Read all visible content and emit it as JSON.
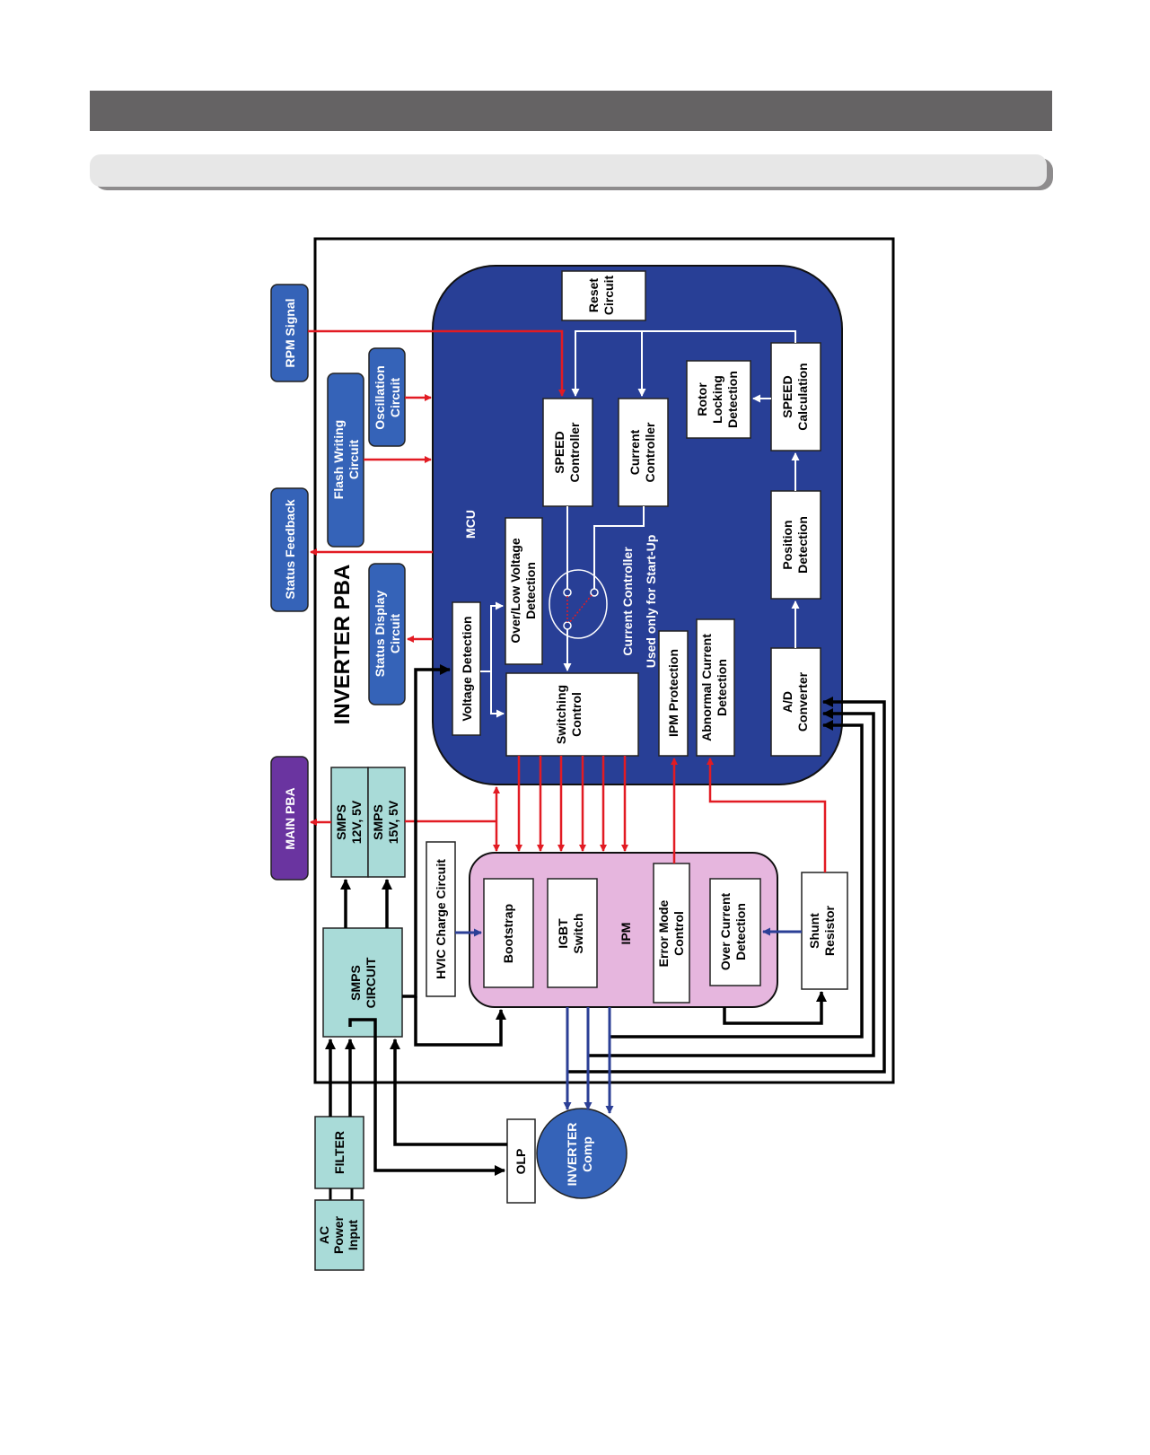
{
  "header": {
    "title": "",
    "subtitle": ""
  },
  "diagram": {
    "frame_title": "INVERTER PBA",
    "colors": {
      "mcu_fill": "#283f96",
      "ipm_fill": "#e6b6de",
      "smps_fill": "#a9dbd8",
      "external_blue": "#3563b8",
      "main_pba_purple": "#6a34a0",
      "signal_red": "#e21b23",
      "blue_line": "#2b3f96",
      "black_line": "#000000"
    },
    "external": {
      "rpm_signal": "RPM Signal",
      "status_feedback": "Status Feedback",
      "main_pba": "MAIN PBA",
      "ac_power_input": [
        "AC",
        "Power",
        "Input"
      ],
      "filter": "FILTER",
      "olp": "OLP",
      "inverter_comp": [
        "INVERTER",
        "Comp"
      ]
    },
    "peripheral": {
      "flash_writing": [
        "Flash Writing",
        "Circuit"
      ],
      "oscillation": [
        "Oscillation",
        "Circuit"
      ],
      "status_display": [
        "Status Display",
        "Circuit"
      ],
      "smps_12": [
        "SMPS",
        "12V, 5V"
      ],
      "smps_15": [
        "SMPS",
        "15V, 5V"
      ],
      "smps_circuit": [
        "SMPS",
        "CIRCUIT"
      ],
      "hvic": "HVIC Charge Circuit",
      "shunt": [
        "Shunt",
        "Resistor"
      ]
    },
    "mcu": {
      "label": "MCU",
      "reset": [
        "Reset",
        "Circuit"
      ],
      "speed_controller": [
        "SPEED",
        "Controller"
      ],
      "current_controller": [
        "Current",
        "Controller"
      ],
      "rotor_locking": [
        "Rotor",
        "Locking",
        "Detection"
      ],
      "speed_calculation": [
        "SPEED",
        "Calculation"
      ],
      "position_detection": [
        "Position",
        "Detection"
      ],
      "over_low_voltage": [
        "Over/Low Voltage",
        "Detection"
      ],
      "voltage_detection": "Voltage Detection",
      "switching_control": [
        "Switching",
        "Control"
      ],
      "startup_note": [
        "Current Controller",
        "Used only for Start-Up"
      ],
      "ipm_protection": "IPM Protection",
      "abnormal_current": [
        "Abnormal Current",
        "Detection"
      ],
      "ad_converter": [
        "A/D",
        "Converter"
      ]
    },
    "ipm": {
      "label": "IPM",
      "bootstrap": "Bootstrap",
      "igbt": [
        "IGBT",
        "Switch"
      ],
      "error_mode": [
        "Error Mode",
        "Control"
      ],
      "over_current": [
        "Over Current",
        "Detection"
      ]
    }
  }
}
